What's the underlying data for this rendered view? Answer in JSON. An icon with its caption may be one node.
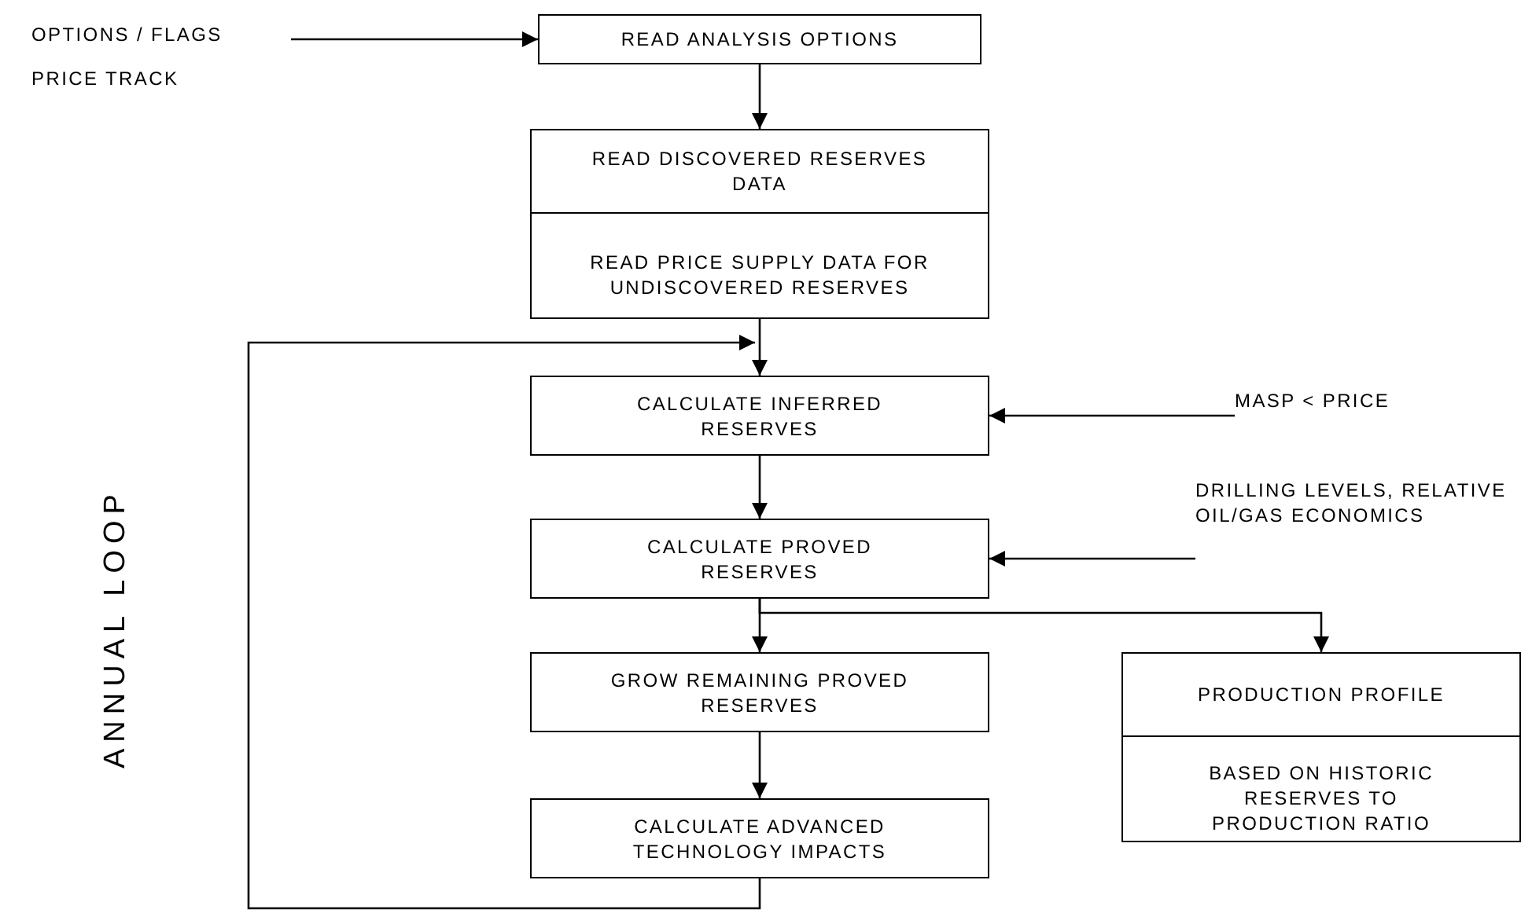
{
  "diagram": {
    "nodes": [
      {
        "text": [
          "OPTIONS / FLAGS",
          "PRICE TRACK"
        ]
      },
      {
        "text": [
          "READ ANALYSIS OPTIONS"
        ]
      },
      {
        "text": [
          "READ DISCOVERED RESERVES DATA",
          "READ PRICE SUPPLY DATA FOR UNDISCOVERED RESERVES"
        ]
      },
      {
        "text": [
          "CALCULATE INFERRED RESERVES"
        ]
      },
      {
        "text": [
          "MASP < PRICE"
        ]
      },
      {
        "text": [
          "CALCULATE PROVED RESERVES"
        ]
      },
      {
        "text": [
          "DRILLING LEVELS, RELATIVE OIL/GAS ECONOMICS"
        ]
      },
      {
        "text": [
          "GROW REMAINING PROVED RESERVES"
        ]
      },
      {
        "text": [
          "PRODUCTION PROFILE",
          "BASED ON HISTORIC RESERVES TO PRODUCTION RATIO"
        ]
      },
      {
        "text": [
          "CALCULATE ADVANCED TECHNOLOGY IMPACTS"
        ]
      }
    ],
    "edges": [
      {
        "from": 0,
        "to": 1,
        "arrow": "to"
      },
      {
        "from": 1,
        "to": 2,
        "arrow": "to"
      },
      {
        "from": 2,
        "to": 3,
        "arrow": "to"
      },
      {
        "from": 4,
        "to": 3,
        "arrow": "to"
      },
      {
        "from": 3,
        "to": 5,
        "arrow": "to"
      },
      {
        "from": 6,
        "to": 5,
        "arrow": "to"
      },
      {
        "from": 5,
        "to": 7,
        "arrow": "to"
      },
      {
        "from": 5,
        "to": 8,
        "arrow": "to"
      },
      {
        "from": 7,
        "to": 9,
        "arrow": "to"
      },
      {
        "from": 9,
        "to": 3,
        "arrow": "to"
      }
    ],
    "labels": [
      "ANNUAL LOOP"
    ]
  }
}
